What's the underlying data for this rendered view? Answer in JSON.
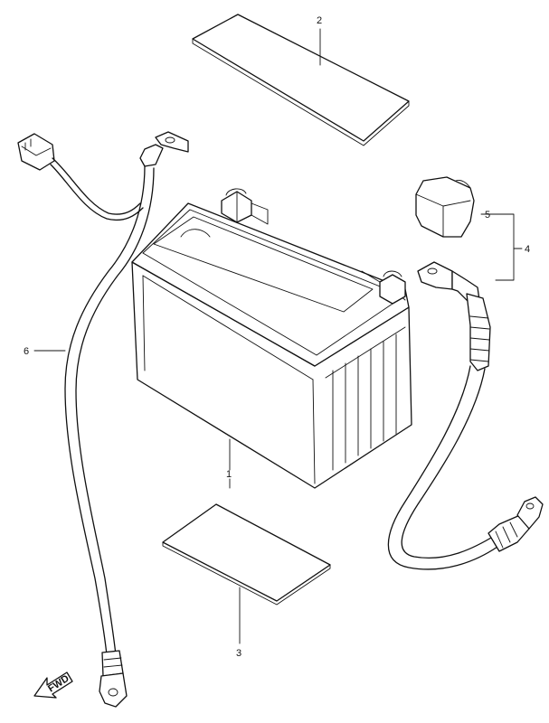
{
  "callouts": {
    "c1": "1",
    "c2": "2",
    "c3": "3",
    "c4": "4",
    "c5": "5",
    "c6": "6"
  },
  "fwd_label": "FWD",
  "colors": {
    "line": "#111111",
    "background": "#ffffff"
  }
}
